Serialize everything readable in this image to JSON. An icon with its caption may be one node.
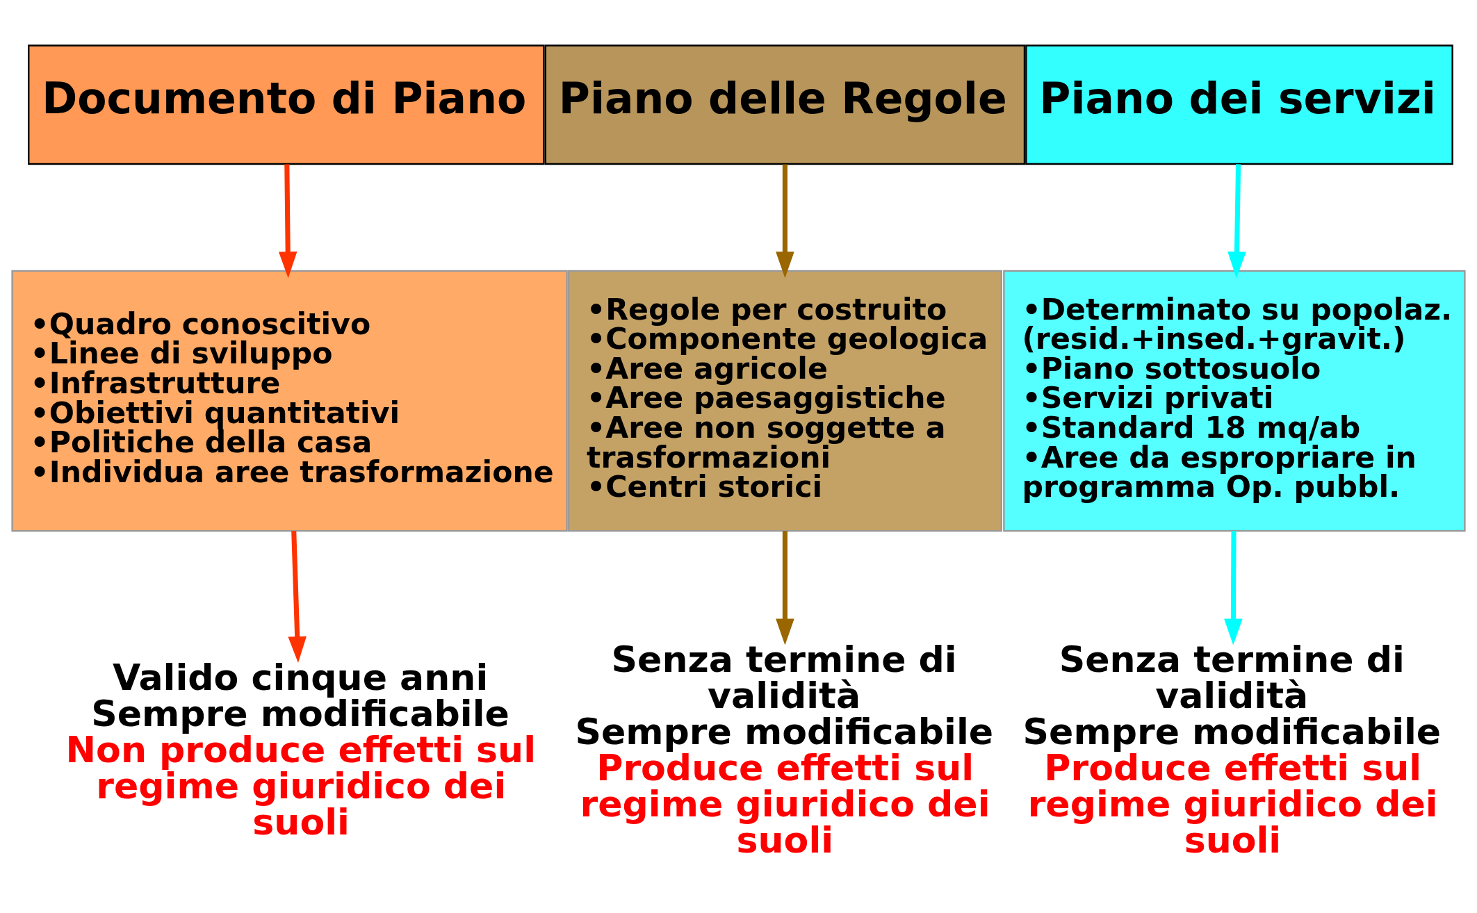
{
  "diagram": {
    "nodes": [
      {
        "text": [
          "Documento di Piano"
        ]
      },
      {
        "text": [
          "Piano delle Regole"
        ]
      },
      {
        "text": [
          "Piano dei servizi"
        ]
      },
      {
        "text": [
          "•Quadro conoscitivo",
          "•Linee di sviluppo",
          "•Infrastrutture",
          "•Obiettivi quantitativi",
          "•Politiche della casa",
          "•Individua aree trasformazione"
        ]
      },
      {
        "text": [
          "•Regole per costruito",
          "•Componente geologica",
          "•Aree agricole",
          "•Aree paesaggistiche",
          "•Aree non soggette a trasformazioni",
          "•Centri storici"
        ]
      },
      {
        "text": [
          "•Determinato su popolaz. (resid.+insed.+gravit.)",
          "•Piano sottosuolo",
          "•Servizi privati",
          "•Standard 18 mq/ab",
          "•Aree da espropriare in programma Op. pubbl."
        ]
      },
      {
        "text": [
          "Valido cinque anni",
          "Sempre modificabile",
          "Non produce effetti sul regime giuridico dei suoli"
        ]
      },
      {
        "text": [
          "Senza termine di validità",
          "Sempre modificabile",
          "Produce effetti sul regime giuridico dei suoli"
        ]
      },
      {
        "text": [
          "Senza termine di validità",
          "Sempre modificabile",
          "Produce effetti sul regime giuridico dei suoli"
        ]
      }
    ],
    "edges": [
      {
        "from": 0,
        "to": 3,
        "arrow": "to",
        "color": "#ff3300"
      },
      {
        "from": 1,
        "to": 4,
        "arrow": "to",
        "color": "#996600"
      },
      {
        "from": 2,
        "to": 5,
        "arrow": "to",
        "color": "#00ffff"
      },
      {
        "from": 3,
        "to": 6,
        "arrow": "to",
        "color": "#ff3300"
      },
      {
        "from": 4,
        "to": 7,
        "arrow": "to",
        "color": "#996600"
      },
      {
        "from": 5,
        "to": 8,
        "arrow": "to",
        "color": "#00ffff"
      }
    ]
  }
}
